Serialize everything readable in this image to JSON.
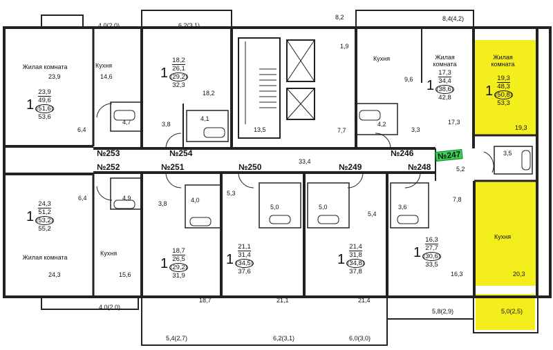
{
  "colors": {
    "highlight": "#f5ee1d",
    "tag": "#39d353",
    "wall": "#222222"
  },
  "apartments": [
    {
      "id": "apt-253",
      "label": "№253"
    },
    {
      "id": "apt-254",
      "label": "№254"
    },
    {
      "id": "apt-246",
      "label": "№246"
    },
    {
      "id": "apt-247",
      "label": "№247",
      "highlighted": true
    },
    {
      "id": "apt-252",
      "label": "№252"
    },
    {
      "id": "apt-251",
      "label": "№251"
    },
    {
      "id": "apt-250",
      "label": "№250"
    },
    {
      "id": "apt-249",
      "label": "№249"
    },
    {
      "id": "apt-248",
      "label": "№248"
    }
  ],
  "summaries": [
    {
      "rooms": "1",
      "a": "23,9",
      "b": "49,6",
      "c": "(51,6)",
      "d": "53,6"
    },
    {
      "rooms": "1",
      "a": "18,2",
      "b": "26,1",
      "c": "(29,2)",
      "d": "32,3"
    },
    {
      "rooms": "1",
      "a": "17,3",
      "b": "34,4",
      "c": "(38,6)",
      "d": "42,8"
    },
    {
      "rooms": "1",
      "a": "19,3",
      "b": "48,3",
      "c": "(50,8)",
      "d": "53,3"
    },
    {
      "rooms": "1",
      "a": "24,3",
      "b": "51,2",
      "c": "(53,2)",
      "d": "55,2"
    },
    {
      "rooms": "1",
      "a": "18,7",
      "b": "26,5",
      "c": "(29,2)",
      "d": "31,9"
    },
    {
      "rooms": "1",
      "a": "21,1",
      "b": "31,4",
      "c": "(34,5)",
      "d": "37,6"
    },
    {
      "rooms": "1",
      "a": "21,4",
      "b": "31,8",
      "c": "(34,8)",
      "d": "37,8"
    },
    {
      "rooms": "1",
      "a": "16,3",
      "b": "27,7",
      "c": "(30,6)",
      "d": "33,5"
    }
  ],
  "labels": {
    "living": "Жилая комната",
    "kitchen": "Кухня",
    "bal_253": "4,0(2,0)",
    "bal_254": "6,2(3,1)",
    "top_82": "8,2",
    "top_19": "1,9",
    "bal_246": "8,4(4,2)",
    "l_239": "23,9",
    "l_146": "14,6",
    "l_182": "18,2",
    "l_96": "9,6",
    "l_173": "17,3",
    "l_193": "19,3",
    "l_64a": "6,4",
    "l_47": "4,7",
    "l_38a": "3,8",
    "l_41": "4,1",
    "l_135": "13,5",
    "l_77": "7,7",
    "l_42": "4,2",
    "l_33": "3,3",
    "l_334": "33,4",
    "l_35": "3,5",
    "l_52": "5,2",
    "l_64b": "6,4",
    "l_49": "4,9",
    "l_38b": "3,8",
    "l_40": "4,0",
    "l_53": "5,3",
    "l_50a": "5,0",
    "l_50b": "5,0",
    "l_54": "5,4",
    "l_36": "3,6",
    "l_78": "7,8",
    "l_243": "24,3",
    "l_156": "15,6",
    "l_187": "18,7",
    "l_211": "21,1",
    "l_214": "21,4",
    "l_163": "16,3",
    "l_203": "20,3",
    "bal_252": "4,0(2,0)",
    "bal_251": "5,4(2,7)",
    "bal_250": "6,2(3,1)",
    "bal_249": "6,0(3,0)",
    "bal_248": "5,8(2,9)",
    "bal_247": "5,0(2,5)"
  }
}
